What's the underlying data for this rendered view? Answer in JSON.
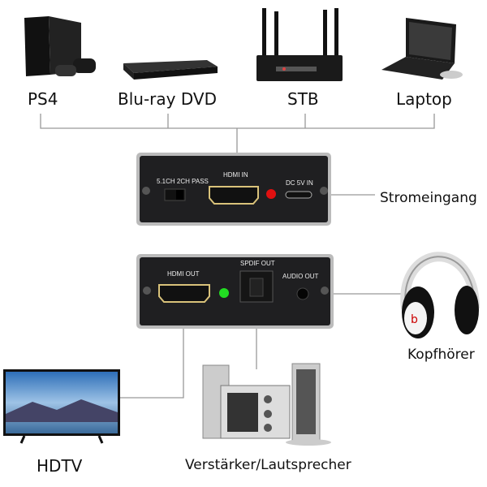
{
  "sources": [
    {
      "label": "PS4"
    },
    {
      "label": "Blu-ray DVD"
    },
    {
      "label": "STB"
    },
    {
      "label": "Laptop"
    }
  ],
  "input_panel": {
    "switch_label": "5.1CH 2CH PASS",
    "hdmi_in_label": "HDMI IN",
    "dc_label": "DC 5V IN",
    "led_color": "#e01010"
  },
  "output_panel": {
    "hdmi_out_label": "HDMI OUT",
    "spdif_label": "SPDIF OUT",
    "audio_label": "AUDIO OUT",
    "led_color": "#22dd22"
  },
  "power_label": "Stromeingang",
  "headphones_label": "Kopfhörer",
  "tv_label": "HDTV",
  "speakers_label": "Verstärker/Lautsprecher"
}
